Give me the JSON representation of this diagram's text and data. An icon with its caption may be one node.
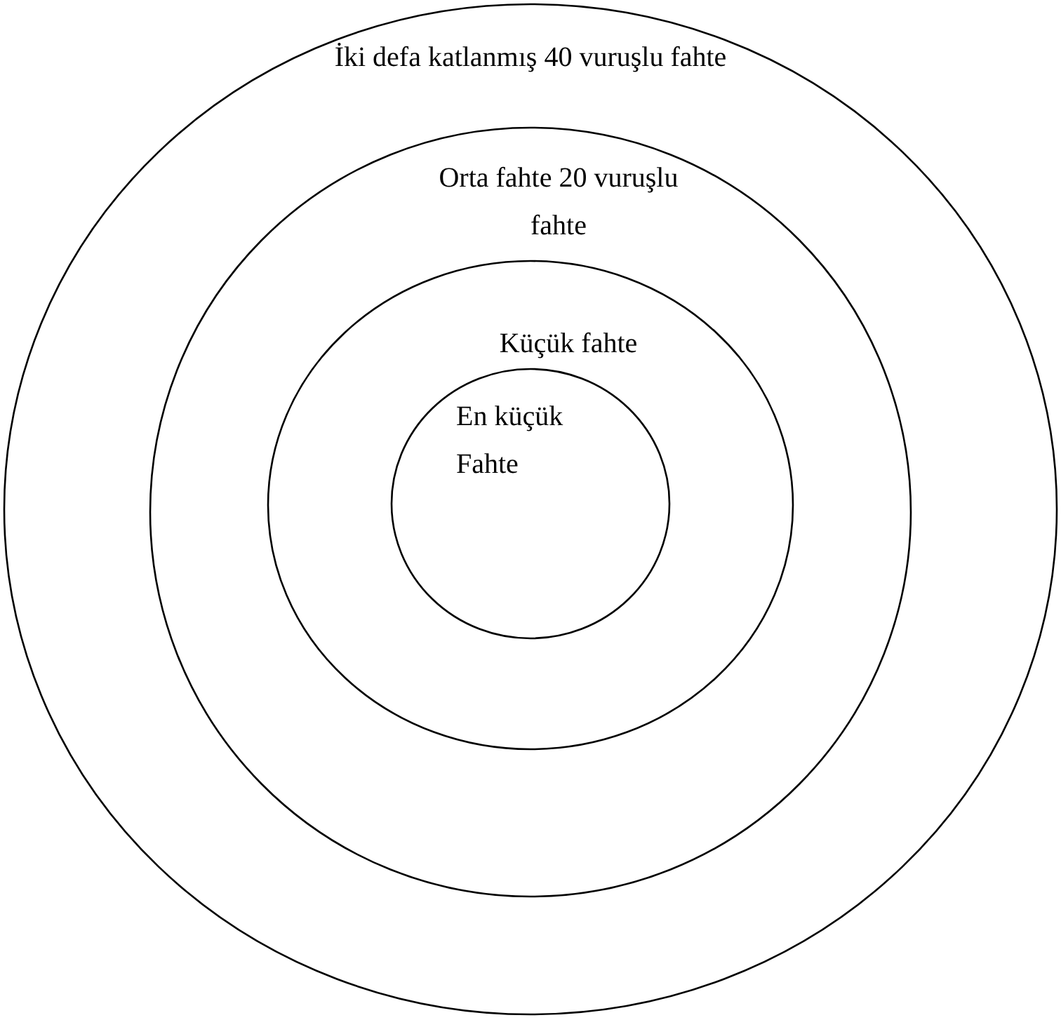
{
  "diagram": {
    "nodes": [
      {
        "text": [
          "İki defa katlanmış 40 vuruşlu fahte"
        ]
      },
      {
        "text": [
          "Orta fahte 20 vuruşlu fahte"
        ],
        "in": 0
      },
      {
        "text": [
          "Küçük fahte"
        ],
        "in": 1
      },
      {
        "text": [
          "En küçük Fahte"
        ],
        "in": 2
      }
    ]
  }
}
